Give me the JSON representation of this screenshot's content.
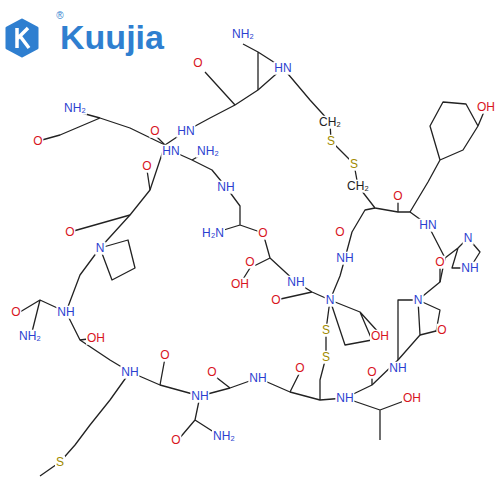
{
  "diagram": {
    "labels": [
      "®",
      "Kuujia",
      "NH₂",
      "O",
      "O",
      "HN",
      "NH₂",
      "O",
      "HN",
      "HN",
      "NH₂",
      "O",
      "NH",
      "CH₂",
      "S",
      "S",
      "CH₂",
      "OH",
      "O",
      "HN",
      "N",
      "NH",
      "O",
      "N",
      "H₂N",
      "O",
      "O",
      "NH",
      "O",
      "OH",
      "NH",
      "O",
      "N",
      "OH",
      "S",
      "S",
      "N",
      "O",
      "O",
      "NH₂",
      "NH",
      "OH",
      "NH",
      "O",
      "NH",
      "O",
      "O",
      "NH₂",
      "NH",
      "O",
      "NH",
      "OH",
      "O",
      "NH",
      "O",
      "S"
    ]
  }
}
